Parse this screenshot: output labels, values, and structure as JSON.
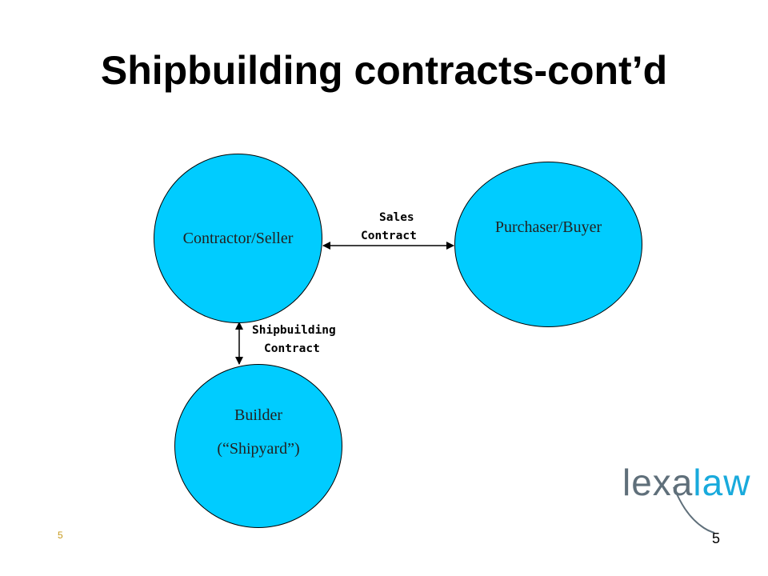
{
  "title": "Shipbuilding contracts-cont’d",
  "nodes": {
    "contractor": "Contractor/Seller",
    "purchaser": "Purchaser/Buyer",
    "builder_line1": "Builder",
    "builder_line2": "(“Shipyard”)"
  },
  "edges": {
    "sales_line1": "Sales",
    "sales_line2": "Contract",
    "shipbuilding_line1": "Shipbuilding",
    "shipbuilding_line2": "Contract"
  },
  "logo": {
    "part1": "lexa",
    "part2": "law"
  },
  "footer": {
    "page_left": "5",
    "page_right": "5"
  },
  "colors": {
    "node_fill": "#00ccff",
    "logo_grey": "#5f6f7a",
    "logo_blue": "#19aadc",
    "page_num_left": "#c79a1e"
  }
}
